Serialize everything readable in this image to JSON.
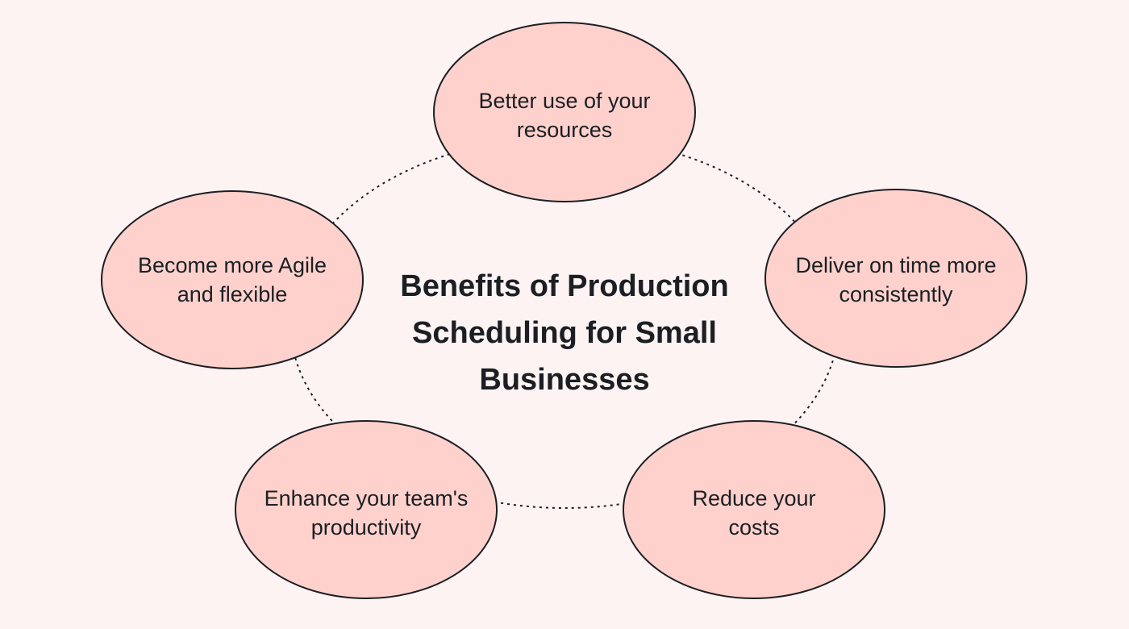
{
  "title": "Benefits of Production Scheduling for Small Businesses",
  "colors": {
    "background": "#fdf3f2",
    "node_fill": "#fed1cc",
    "stroke": "#1b1f24"
  },
  "nodes": [
    {
      "label": "Better use of your resources"
    },
    {
      "label": "Deliver on time more consistently"
    },
    {
      "label": "Reduce your costs"
    },
    {
      "label": "Enhance your team's productivity"
    },
    {
      "label": "Become more Agile and flexible"
    }
  ]
}
